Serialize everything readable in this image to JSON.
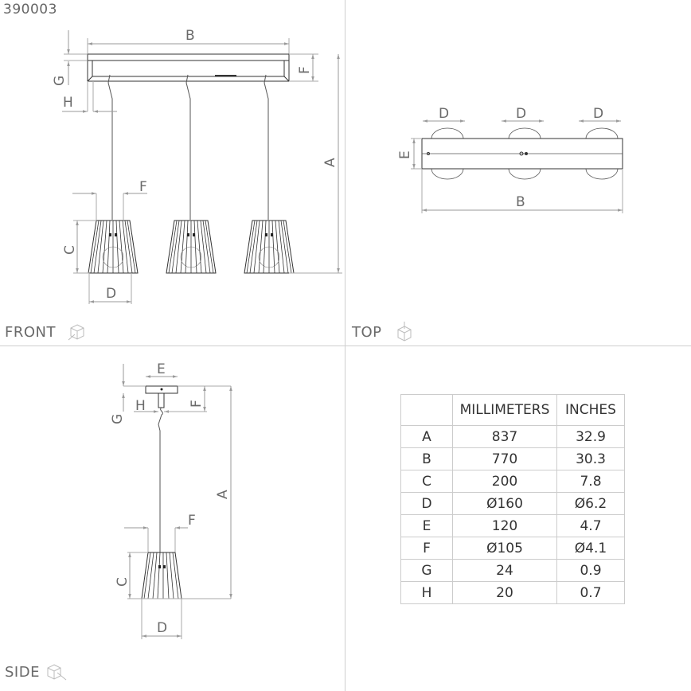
{
  "product_code": "390003",
  "views": {
    "front": {
      "label": "FRONT",
      "icon": "cube-front-view-icon"
    },
    "top": {
      "label": "TOP",
      "icon": "cube-top-view-icon"
    },
    "side": {
      "label": "SIDE",
      "icon": "cube-side-view-icon"
    }
  },
  "front_dimension_labels": {
    "A": "A",
    "B": "B",
    "C": "C",
    "D": "D",
    "F_top": "F",
    "F_lamp": "F",
    "G": "G",
    "H": "H"
  },
  "top_dimension_labels": {
    "D1": "D",
    "D2": "D",
    "D3": "D",
    "E": "E",
    "B": "B"
  },
  "side_dimension_labels": {
    "E": "E",
    "G": "G",
    "H": "H",
    "F_top": "F",
    "A": "A",
    "F_lamp": "F",
    "C": "C",
    "D": "D"
  },
  "dimensions_table": {
    "headers": [
      "",
      "MILLIMETERS",
      "INCHES"
    ],
    "rows": [
      {
        "key": "A",
        "mm": "837",
        "in": "32.9"
      },
      {
        "key": "B",
        "mm": "770",
        "in": "30.3"
      },
      {
        "key": "C",
        "mm": "200",
        "in": "7.8"
      },
      {
        "key": "D",
        "mm": "Ø160",
        "in": "Ø6.2"
      },
      {
        "key": "E",
        "mm": "120",
        "in": "4.7"
      },
      {
        "key": "F",
        "mm": "Ø105",
        "in": "Ø4.1"
      },
      {
        "key": "G",
        "mm": "24",
        "in": "0.9"
      },
      {
        "key": "H",
        "mm": "20",
        "in": "0.7"
      }
    ]
  },
  "colors": {
    "line": "#444444",
    "dimension": "#9a9a9a",
    "text": "#6a6a6a",
    "grid": "#cfcfcf"
  }
}
